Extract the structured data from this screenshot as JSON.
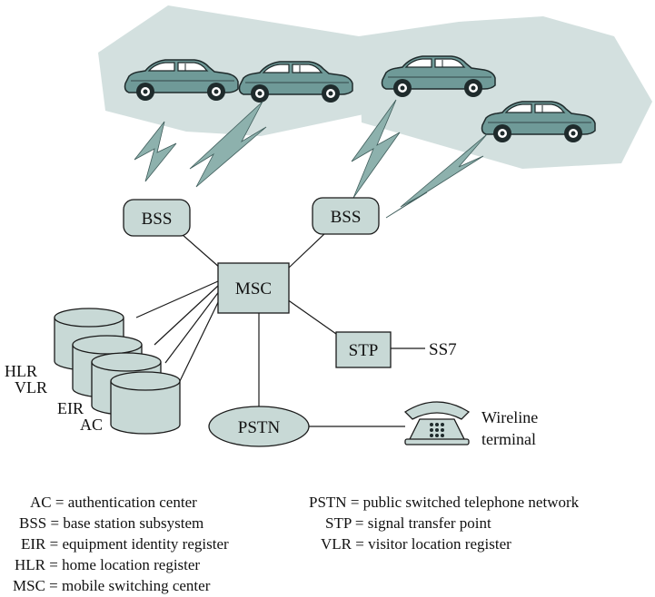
{
  "colors": {
    "cloud": "#d3e0df",
    "node_fill": "#c8d9d6",
    "car_body": "#6f9a98",
    "car_dark": "#1f2b2c",
    "bolt": "#8db1ad",
    "line": "#1a1a1a"
  },
  "nodes": {
    "bss_left": "BSS",
    "bss_right": "BSS",
    "msc": "MSC",
    "stp": "STP",
    "pstn": "PSTN"
  },
  "labels": {
    "ss7": "SS7",
    "hlr": "HLR",
    "vlr": "VLR",
    "eir": "EIR",
    "ac": "AC",
    "wireline_line1": "Wireline",
    "wireline_line2": "terminal"
  },
  "icons": [
    "car-icon",
    "lightning-bolt-icon",
    "database-cylinder-icon",
    "telephone-icon"
  ],
  "legend_left": [
    {
      "abbr": "AC",
      "def": "authentication center"
    },
    {
      "abbr": "BSS",
      "def": "base station subsystem"
    },
    {
      "abbr": "EIR",
      "def": "equipment identity register"
    },
    {
      "abbr": "HLR",
      "def": "home location register"
    },
    {
      "abbr": "MSC",
      "def": "mobile switching center"
    }
  ],
  "legend_right": [
    {
      "abbr": "PSTN",
      "def": "public switched telephone network"
    },
    {
      "abbr": "STP",
      "def": "signal transfer point"
    },
    {
      "abbr": "VLR",
      "def": "visitor location register"
    }
  ]
}
